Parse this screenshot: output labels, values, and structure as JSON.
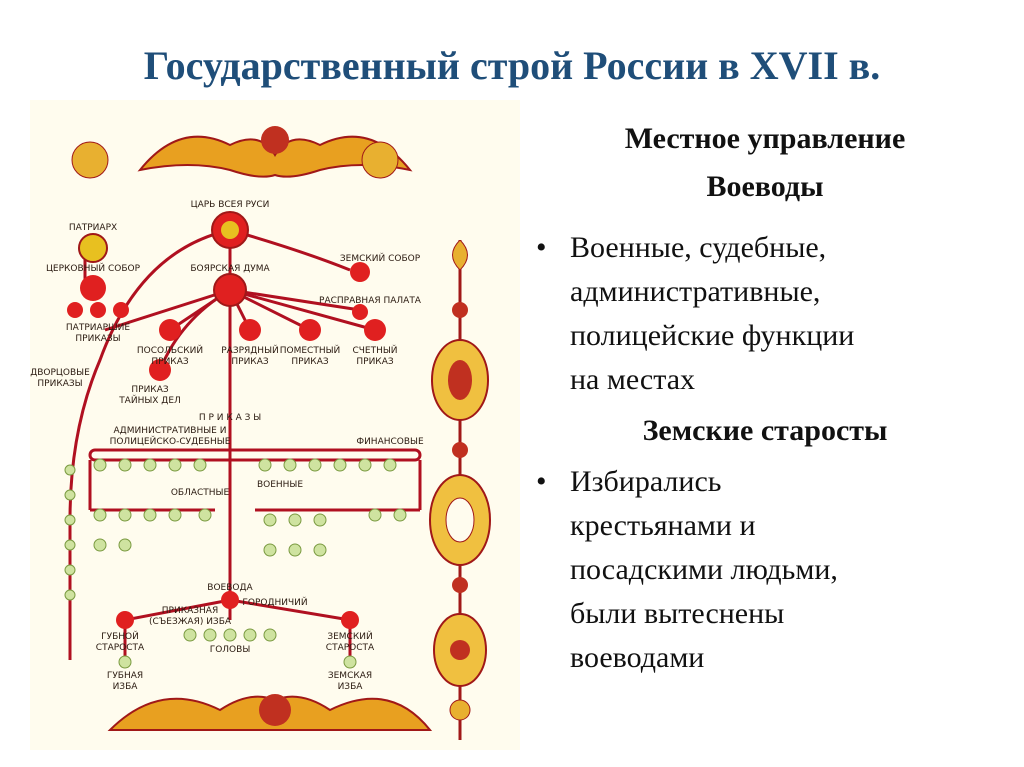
{
  "title": "Государственный строй России в XVII в.",
  "diagram": {
    "tsar": "ЦАРЬ ВСЕЯ РУСИ",
    "patriarch": "ПАТРИАРХ",
    "church_council": "ЦЕРКОВНЫЙ СОБОР",
    "patriarch_prikazy": [
      "ПАТРИАРШИЕ",
      "ПРИКАЗЫ"
    ],
    "boyar_duma": "БОЯРСКАЯ ДУМА",
    "zemsky_sobor": "ЗЕМСКИЙ СОБОР",
    "rasprava": "РАСПРАВНАЯ ПАЛАТА",
    "dvortsovye": [
      "ДВОРЦОВЫЕ",
      "ПРИКАЗЫ"
    ],
    "posolsky": [
      "ПОСОЛЬСКИЙ",
      "ПРИКАЗ"
    ],
    "razryadny": [
      "РАЗРЯДНЫЙ",
      "ПРИКАЗ"
    ],
    "pomestny": [
      "ПОМЕСТНЫЙ",
      "ПРИКАЗ"
    ],
    "schetny": [
      "СЧЕТНЫЙ",
      "ПРИКАЗ"
    ],
    "tainykh": [
      "ПРИКАЗ",
      "ТАЙНЫХ ДЕЛ"
    ],
    "prikazy": "П Р И К А З Ы",
    "admin": [
      "АДМИНИСТРАТИВНЫЕ И",
      "ПОЛИЦЕЙСКО-СУДЕБНЫЕ"
    ],
    "finansovye": "ФИНАНСОВЫЕ",
    "oblastnye": "ОБЛАСТНЫЕ",
    "voennye": "ВОЕННЫЕ",
    "voevoda": "ВОЕВОДА",
    "gorodnichy": "ГОРОДНИЧИЙ",
    "gubnoy_starosta": [
      "ГУБНОЙ",
      "СТАРОСТА"
    ],
    "prikaznaya_izba": [
      "ПРИКАЗНАЯ",
      "(СЪЕЗЖАЯ) ИЗБА"
    ],
    "zemsky_starosta": [
      "ЗЕМСКИЙ",
      "СТАРОСТА"
    ],
    "golovy": "ГОЛОВЫ",
    "gubnaya_izba": [
      "ГУБНАЯ",
      "ИЗБА"
    ],
    "zemskaya_izba": [
      "ЗЕМСКАЯ",
      "ИЗБА"
    ]
  },
  "panel": {
    "heading1": "Местное управление",
    "heading2": "Воеводы",
    "bullet1": [
      "Военные, судебные,",
      "административные,",
      "полицейские функции",
      "на местах"
    ],
    "heading3": "Земские старосты",
    "bullet2": [
      "Избирались",
      "крестьянами и",
      "посадскими людьми,",
      "были вытеснены",
      "воеводами"
    ]
  },
  "colors": {
    "title": "#1f4e79",
    "line": "#b01020",
    "node_red": "#e02020",
    "node_gold": "#e8c020",
    "node_green": "#cfe3a0",
    "parchment": "#fffcee"
  }
}
